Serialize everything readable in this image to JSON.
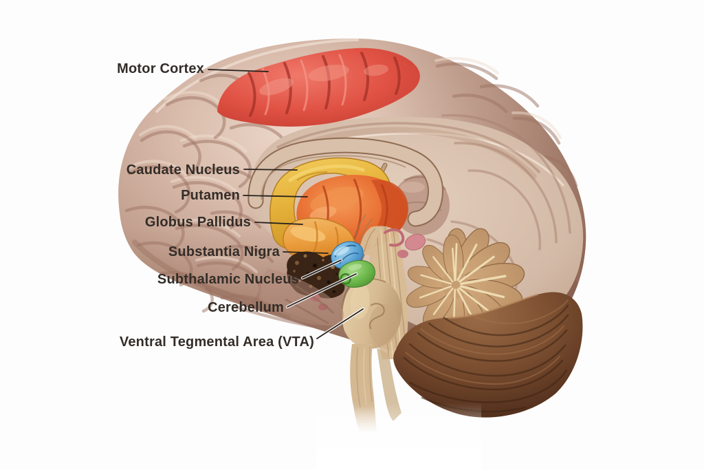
{
  "figure": {
    "labels": [
      {
        "text": "Motor Cortex"
      },
      {
        "text": "Caudate Nucleus"
      },
      {
        "text": "Putamen"
      },
      {
        "text": "Globus Pallidus"
      },
      {
        "text": "Substantia Nigra"
      },
      {
        "text": "Subthalamic Nucleus"
      },
      {
        "text": "Cerebellum"
      },
      {
        "text": "Ventral Tegmental Area (VTA)"
      }
    ]
  },
  "colors": {
    "background": "#ffffff",
    "label_text": "#332d28",
    "leader_line": "#26211d",
    "motor_cortex_red": "#e05244",
    "caudate_yellow": "#e6b23a",
    "putamen_orange": "#e66a2e",
    "globus_pallidus_orange": "#eda041",
    "substantia_nigra_dark": "#3a2415",
    "nucleus_blue": "#5aa4d6",
    "nucleus_green": "#6cb84b",
    "cortex_tan": "#d9bcac",
    "cerebellum_cut_tan": "#c79e72",
    "cerebellum_outer_brown": "#7b4e30",
    "brainstem_tan": "#d6ba92"
  }
}
